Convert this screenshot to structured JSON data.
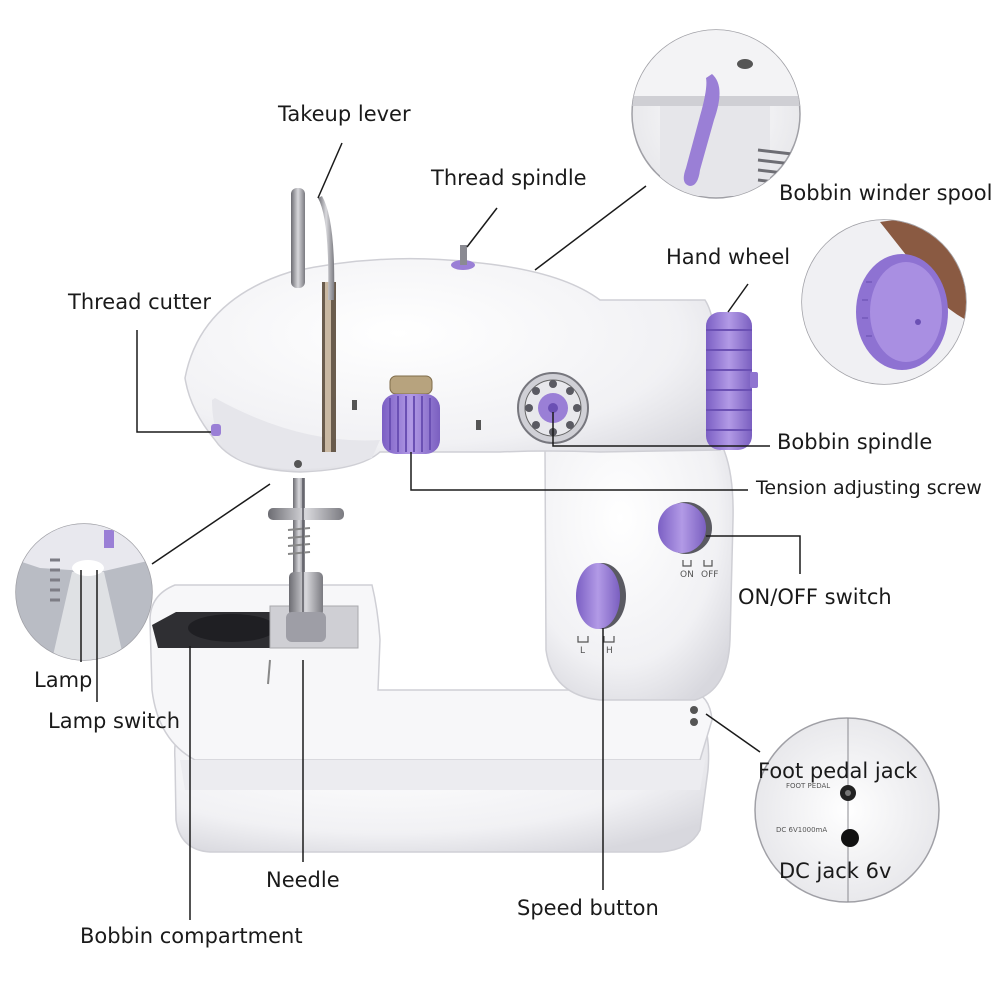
{
  "labels": {
    "takeup_lever": "Takeup lever",
    "thread_spindle": "Thread spindle",
    "bobbin_winder_spool": "Bobbin winder spool",
    "hand_wheel": "Hand wheel",
    "thread_cutter": "Thread cutter",
    "bobbin_spindle": "Bobbin spindle",
    "tension_adjusting_screw": "Tension adjusting screw",
    "on_off_switch": "ON/OFF switch",
    "lamp": "Lamp",
    "lamp_switch": "Lamp switch",
    "foot_pedal_jack": "Foot pedal jack",
    "dc_jack": "DC jack 6v",
    "needle": "Needle",
    "speed_button": "Speed button",
    "bobbin_compartment": "Bobbin compartment"
  },
  "machine_marks": {
    "on": "ON",
    "off": "OFF",
    "low": "L",
    "high": "H",
    "foot_pedal": "FOOT PEDAL",
    "dc_rating": "DC 6V1000mA"
  },
  "colors": {
    "accent_purple": "#9a7fd6",
    "accent_purple_dark": "#7a5fc0",
    "body_white": "#f4f4f6",
    "shadow_gray": "#d9d9de",
    "metal": "#a9a9b0",
    "leader_line": "#1a1a1a"
  }
}
